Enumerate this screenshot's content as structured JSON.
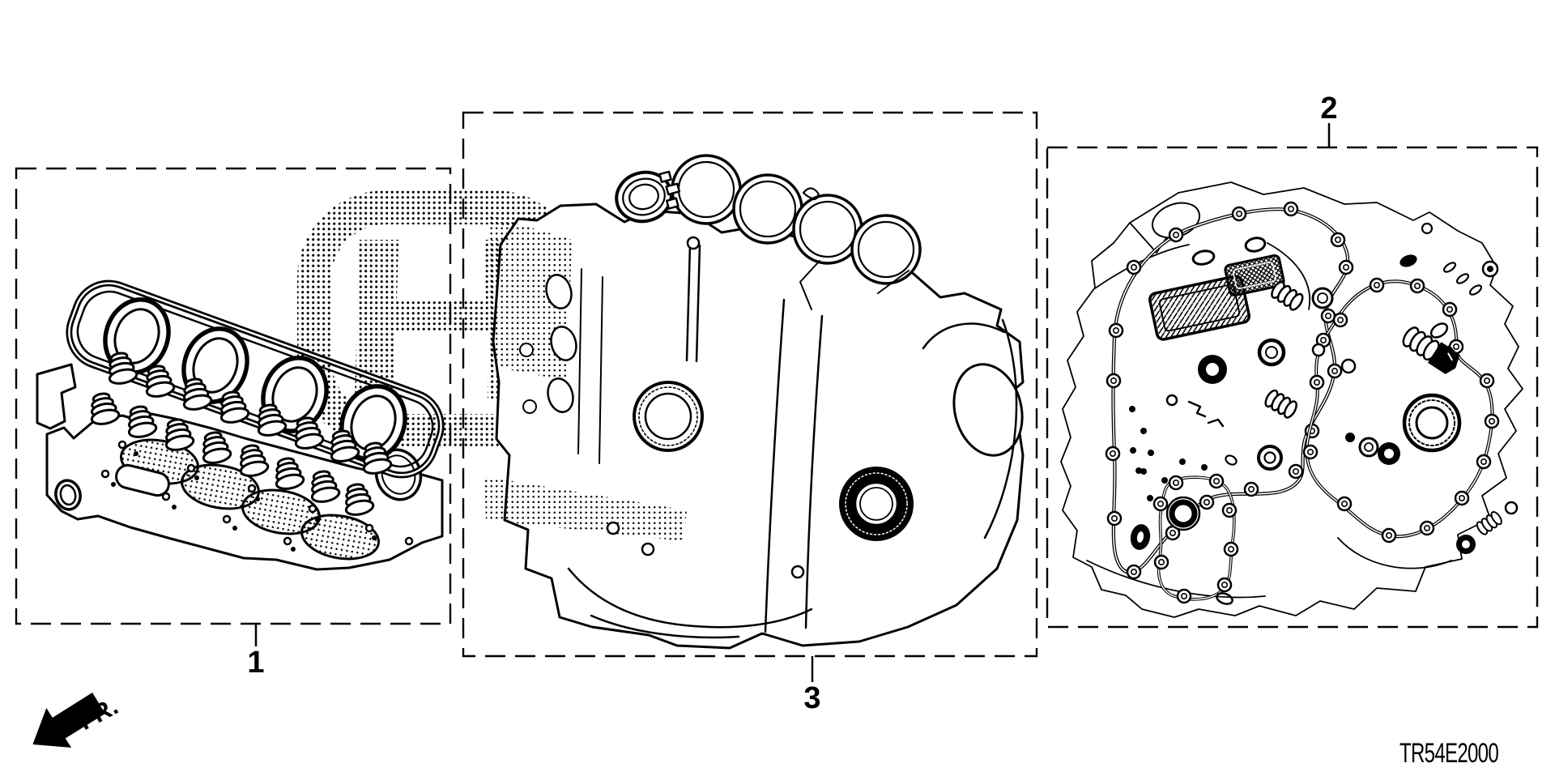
{
  "diagram": {
    "code": "TR54E2000",
    "front_marker": "FR.",
    "callouts": [
      {
        "label": "1"
      },
      {
        "label": "2"
      },
      {
        "label": "3"
      }
    ],
    "colors": {
      "ink": "#000000",
      "paper": "#ffffff"
    }
  }
}
